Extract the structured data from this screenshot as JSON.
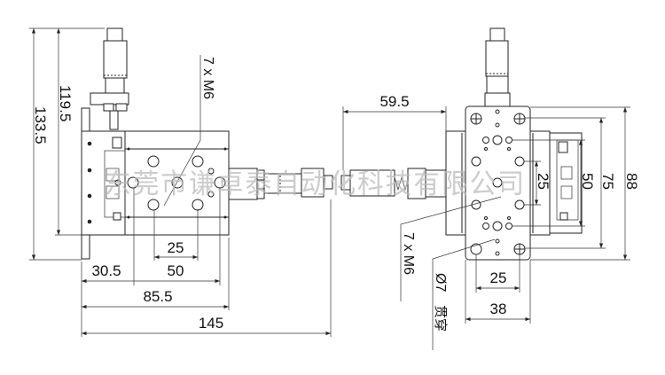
{
  "watermark": "东莞市谦卓泰自动化科技有限公司",
  "front_view": {
    "dims": {
      "overall_height": "133.5",
      "stage_height": "119.5",
      "hole_pitch_small": "25",
      "hole_pitch_large": "50",
      "offset": "30.5",
      "body_width": "85.5",
      "overall_width": "145"
    },
    "callout_thread": "7 x M6"
  },
  "side_view": {
    "dims": {
      "micrometer_extension": "59.5",
      "hole_pitch_vertical": "25",
      "rail_span": "50",
      "mount_span": "75",
      "overall_length": "88",
      "hole_pitch_horizontal": "25",
      "plate_width": "38"
    },
    "callout_thread": "7 x M6",
    "callout_through_hole": "Ø7",
    "callout_through_hole_note": "贯穿"
  }
}
